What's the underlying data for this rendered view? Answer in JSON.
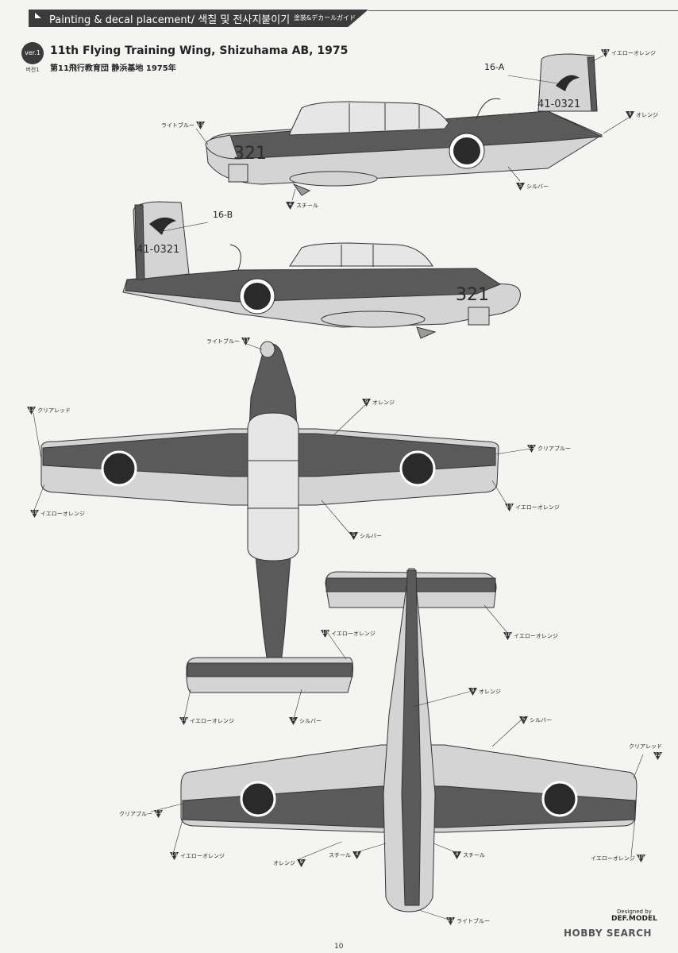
{
  "header": {
    "title": "Painting & decal placement/ 색칠 및 전사지붙이기",
    "subtitle": "塗装&デカールガイド"
  },
  "version": {
    "badge": "ver.1",
    "sub": "버전1"
  },
  "scheme": {
    "title": "11th Flying Training Wing, Shizuhama AB, 1975",
    "subtitle": "第11飛行教育団 静浜基地 1975年"
  },
  "aircraft_markings": {
    "side_number": "321",
    "tail_number": "41-0321"
  },
  "decals": {
    "a": "16-A",
    "b": "16-B"
  },
  "colors": {
    "dark_gray": "#5a5a5a",
    "light_gray": "#d4d4d4",
    "canopy": "#e6e6e6",
    "roundel": "#2a2a2a",
    "outline": "#333333"
  },
  "callouts": [
    {
      "num": "10",
      "label": "イエローオレンジ"
    },
    {
      "num": "9",
      "label": "オレンジ"
    },
    {
      "num": "11",
      "label": "ライトブルー"
    },
    {
      "num": "4",
      "label": "スチール"
    },
    {
      "num": "5",
      "label": "シルバー"
    },
    {
      "num": "11",
      "label": "ライトブルー"
    },
    {
      "num": "12",
      "label": "クリアレッド"
    },
    {
      "num": "9",
      "label": "オレンジ"
    },
    {
      "num": "13",
      "label": "クリアブルー"
    },
    {
      "num": "10",
      "label": "イエローオレンジ"
    },
    {
      "num": "10",
      "label": "イエローオレンジ"
    },
    {
      "num": "5",
      "label": "シルバー"
    },
    {
      "num": "10",
      "label": "イエローオレンジ"
    },
    {
      "num": "10",
      "label": "イエローオレンジ"
    },
    {
      "num": "10",
      "label": "イエローオレンジ"
    },
    {
      "num": "5",
      "label": "シルバー"
    },
    {
      "num": "9",
      "label": "オレンジ"
    },
    {
      "num": "5",
      "label": "シルバー"
    },
    {
      "num": "12",
      "label": "クリアレッド"
    },
    {
      "num": "13",
      "label": "クリアブルー"
    },
    {
      "num": "10",
      "label": "イエローオレンジ"
    },
    {
      "num": "10",
      "label": "イエローオレンジ"
    },
    {
      "num": "9",
      "label": "オレンジ"
    },
    {
      "num": "4",
      "label": "スチール"
    },
    {
      "num": "4",
      "label": "スチール"
    },
    {
      "num": "11",
      "label": "ライトブルー"
    }
  ],
  "designed_by": {
    "line1": "Designed by",
    "line2": "DEF.MODEL"
  },
  "watermark": "HOBBY SEARCH",
  "page_number": "10"
}
